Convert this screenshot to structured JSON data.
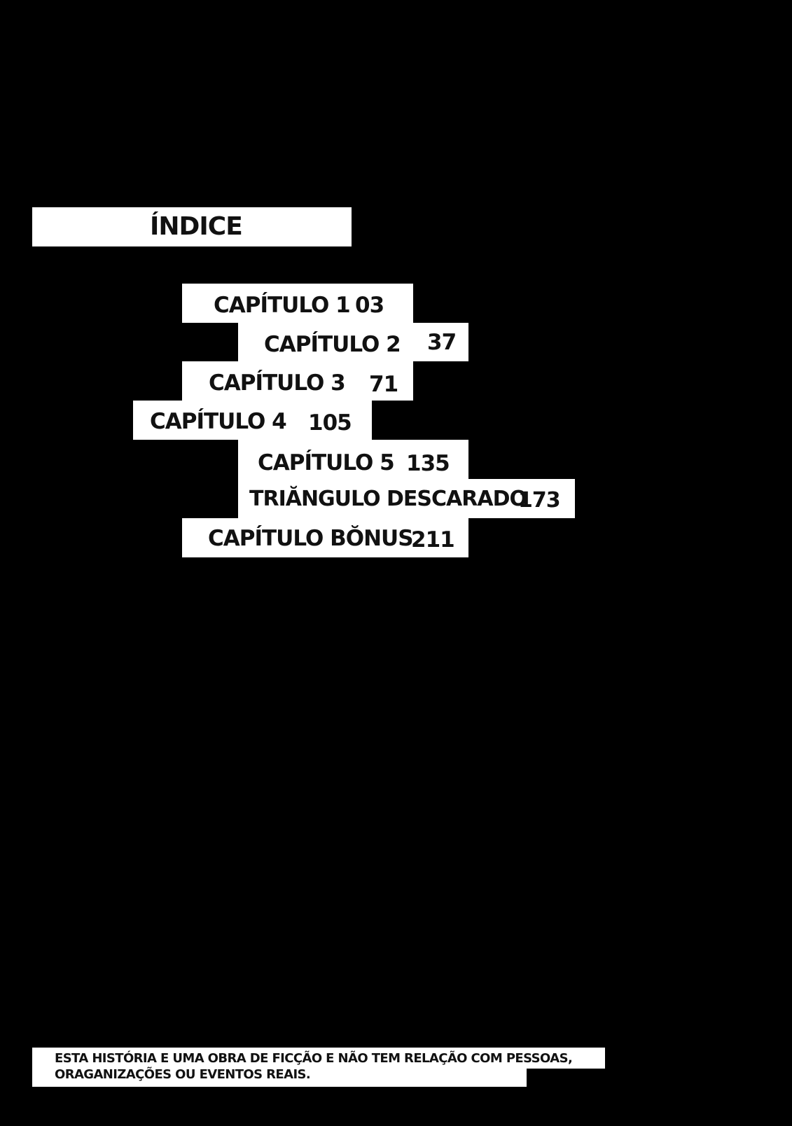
{
  "toc": {
    "title": "ÍNDICE",
    "entries": [
      {
        "label": "CAPÍTULO 1",
        "page": "03"
      },
      {
        "label": "CAPÍTULO 2",
        "page": "37"
      },
      {
        "label": "CAPÍTULO 3",
        "page": "71"
      },
      {
        "label": "CAPÍTULO 4",
        "page": "105"
      },
      {
        "label": "CAPÍTULO 5",
        "page": "135"
      },
      {
        "label": "TRIĂNGULO DESCARADO",
        "page": "173"
      },
      {
        "label": "CAPÍTULO BŎNUS",
        "page": "211"
      }
    ]
  },
  "disclaimer": {
    "line1": "ESTA HISTÓRIA E UMA OBRA DE FICÇÃO E NÃO TEM RELAÇÃO COM PESSOAS,",
    "line2": "ORAGANIZAÇÕES OU EVENTOS REAIS."
  },
  "colors": {
    "background": "#000000",
    "box": "#ffffff",
    "text": "#111111"
  }
}
